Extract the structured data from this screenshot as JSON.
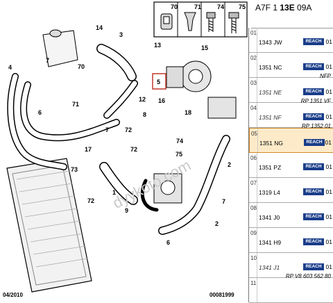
{
  "header": {
    "code_a": "A7F 1 ",
    "code_b": "13E",
    "code_c": " 09A"
  },
  "footer": {
    "date": "04/2010",
    "doc_number": "00081999"
  },
  "watermark": "dyykoto.com",
  "inset": {
    "labels": [
      "70",
      "71",
      "74",
      "75"
    ]
  },
  "callouts": {
    "c1": "1",
    "c2": "2",
    "c3": "3",
    "c4": "4",
    "c5": "5",
    "c6": "6",
    "c7": "7",
    "c8": "8",
    "c9": "9",
    "c12": "12",
    "c13": "13",
    "c14": "14",
    "c15": "15",
    "c16": "16",
    "c17": "17",
    "c18": "18",
    "c70": "70",
    "c71": "71",
    "c72a": "72",
    "c72b": "72",
    "c72c": "72",
    "c73": "73",
    "c74": "74",
    "c75": "75"
  },
  "rows": [
    {
      "num": "01",
      "part": "1343 JW",
      "badge": "REACH",
      "qty": "01",
      "sub": ""
    },
    {
      "num": "02",
      "part": "1351 NC",
      "badge": "REACH",
      "qty": "01",
      "sub": "NFP"
    },
    {
      "num": "03",
      "part": "1351 NE",
      "badge": "REACH",
      "qty": "01",
      "sub": "RP 1351 VF"
    },
    {
      "num": "04",
      "part": "1351 NF",
      "badge": "REACH",
      "qty": "01",
      "sub": "RP 1352 01"
    },
    {
      "num": "05",
      "part": "1351 NG",
      "badge": "REACH",
      "qty": "01",
      "sub": ""
    },
    {
      "num": "06",
      "part": "1351 PZ",
      "badge": "REACH",
      "qty": "01",
      "sub": ""
    },
    {
      "num": "07",
      "part": "1319 L4",
      "badge": "REACH",
      "qty": "01",
      "sub": ""
    },
    {
      "num": "08",
      "part": "1341 J0",
      "badge": "REACH",
      "qty": "01",
      "sub": ""
    },
    {
      "num": "09",
      "part": "1341 H9",
      "badge": "REACH",
      "qty": "01",
      "sub": ""
    },
    {
      "num": "10",
      "part": "1341 J1",
      "badge": "REACH",
      "qty": "01",
      "sub": "RP V8 603 562 80"
    },
    {
      "num": "11",
      "part": "",
      "badge": "",
      "qty": "",
      "sub": ""
    }
  ],
  "colors": {
    "selected_bg": "#fdeac8",
    "badge_bg": "#1a3d8a",
    "highlight": "#c0392b"
  }
}
